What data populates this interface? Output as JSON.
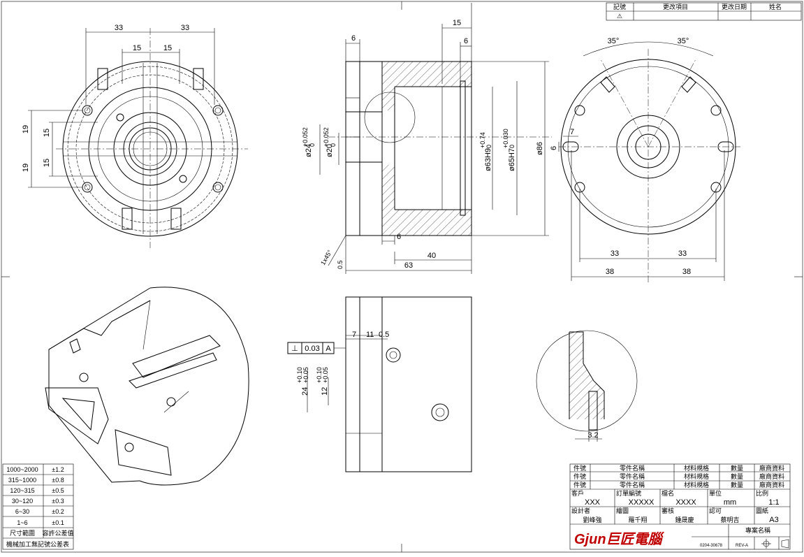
{
  "revision_table": {
    "headers": [
      "記號",
      "更改項目",
      "更改日期",
      "姓名"
    ],
    "mark": "⚠"
  },
  "front_view": {
    "dims": [
      "33",
      "33",
      "15",
      "15",
      "19",
      "19",
      "15",
      "15"
    ]
  },
  "section_view": {
    "dims": [
      "15",
      "6",
      "6",
      "6",
      "40",
      "63",
      "1x45°",
      "0.5"
    ],
    "diameters": [
      "ø24",
      "+0.052",
      "0",
      "ø20",
      "+0.052",
      "0",
      "ø63H9",
      "+0.74",
      "0",
      "ø65H7",
      "+0.030",
      "0",
      "ø86"
    ]
  },
  "rear_view": {
    "dims": [
      "35°",
      "35°",
      "7",
      "6",
      "33",
      "33",
      "38",
      "38"
    ]
  },
  "lower_view": {
    "gdt": {
      "symbol": "⊥",
      "value": "0.03",
      "datum": "A"
    },
    "dims": [
      "7",
      "11",
      "0.5"
    ],
    "diameters": [
      "24",
      "+0.10",
      "+0.05",
      "12",
      "+0.10",
      "+0.05"
    ]
  },
  "detail_view": {
    "dims": [
      "3.2"
    ]
  },
  "tolerance_table": {
    "rows": [
      {
        "range": "1000~2000",
        "tol": "±1.2"
      },
      {
        "range": "315~1000",
        "tol": "±0.8"
      },
      {
        "range": "120~315",
        "tol": "±0.5"
      },
      {
        "range": "30~120",
        "tol": "±0.3"
      },
      {
        "range": "6~30",
        "tol": "±0.2"
      },
      {
        "range": "1~6",
        "tol": "±0.1"
      }
    ],
    "header_range": "尺寸範圍",
    "header_tol": "容許公差值",
    "caption": "機械加工無記號公差表"
  },
  "title_block": {
    "parts_rows": [
      [
        "件號",
        "零件名稱",
        "材料規格",
        "數量",
        "廠商資料"
      ],
      [
        "件號",
        "零件名稱",
        "材料規格",
        "數量",
        "廠商資料"
      ],
      [
        "件號",
        "零件名稱",
        "材料規格",
        "數量",
        "廠商資料"
      ]
    ],
    "customer_label": "客戶",
    "customer": "XXX",
    "order_label": "訂單編號",
    "order": "XXXXX",
    "name_label": "檔名",
    "name": "XXXX",
    "unit_label": "單位",
    "unit": "mm",
    "scale_label": "比例",
    "scale": "1:1",
    "designer_label": "設計者",
    "designer": "劉峰強",
    "drafter_label": "繪圖",
    "drafter": "羅千翔",
    "checker_label": "審核",
    "checker": "鍾晟慶",
    "approver_label": "認可",
    "approver": "蔡明吉",
    "sheet_label": "圖紙",
    "sheet": "A3",
    "logo_text": "Gjun巨匠電腦",
    "project_label": "專案名稱",
    "drawing_no": "0204-30678",
    "revision": "REV-A"
  }
}
